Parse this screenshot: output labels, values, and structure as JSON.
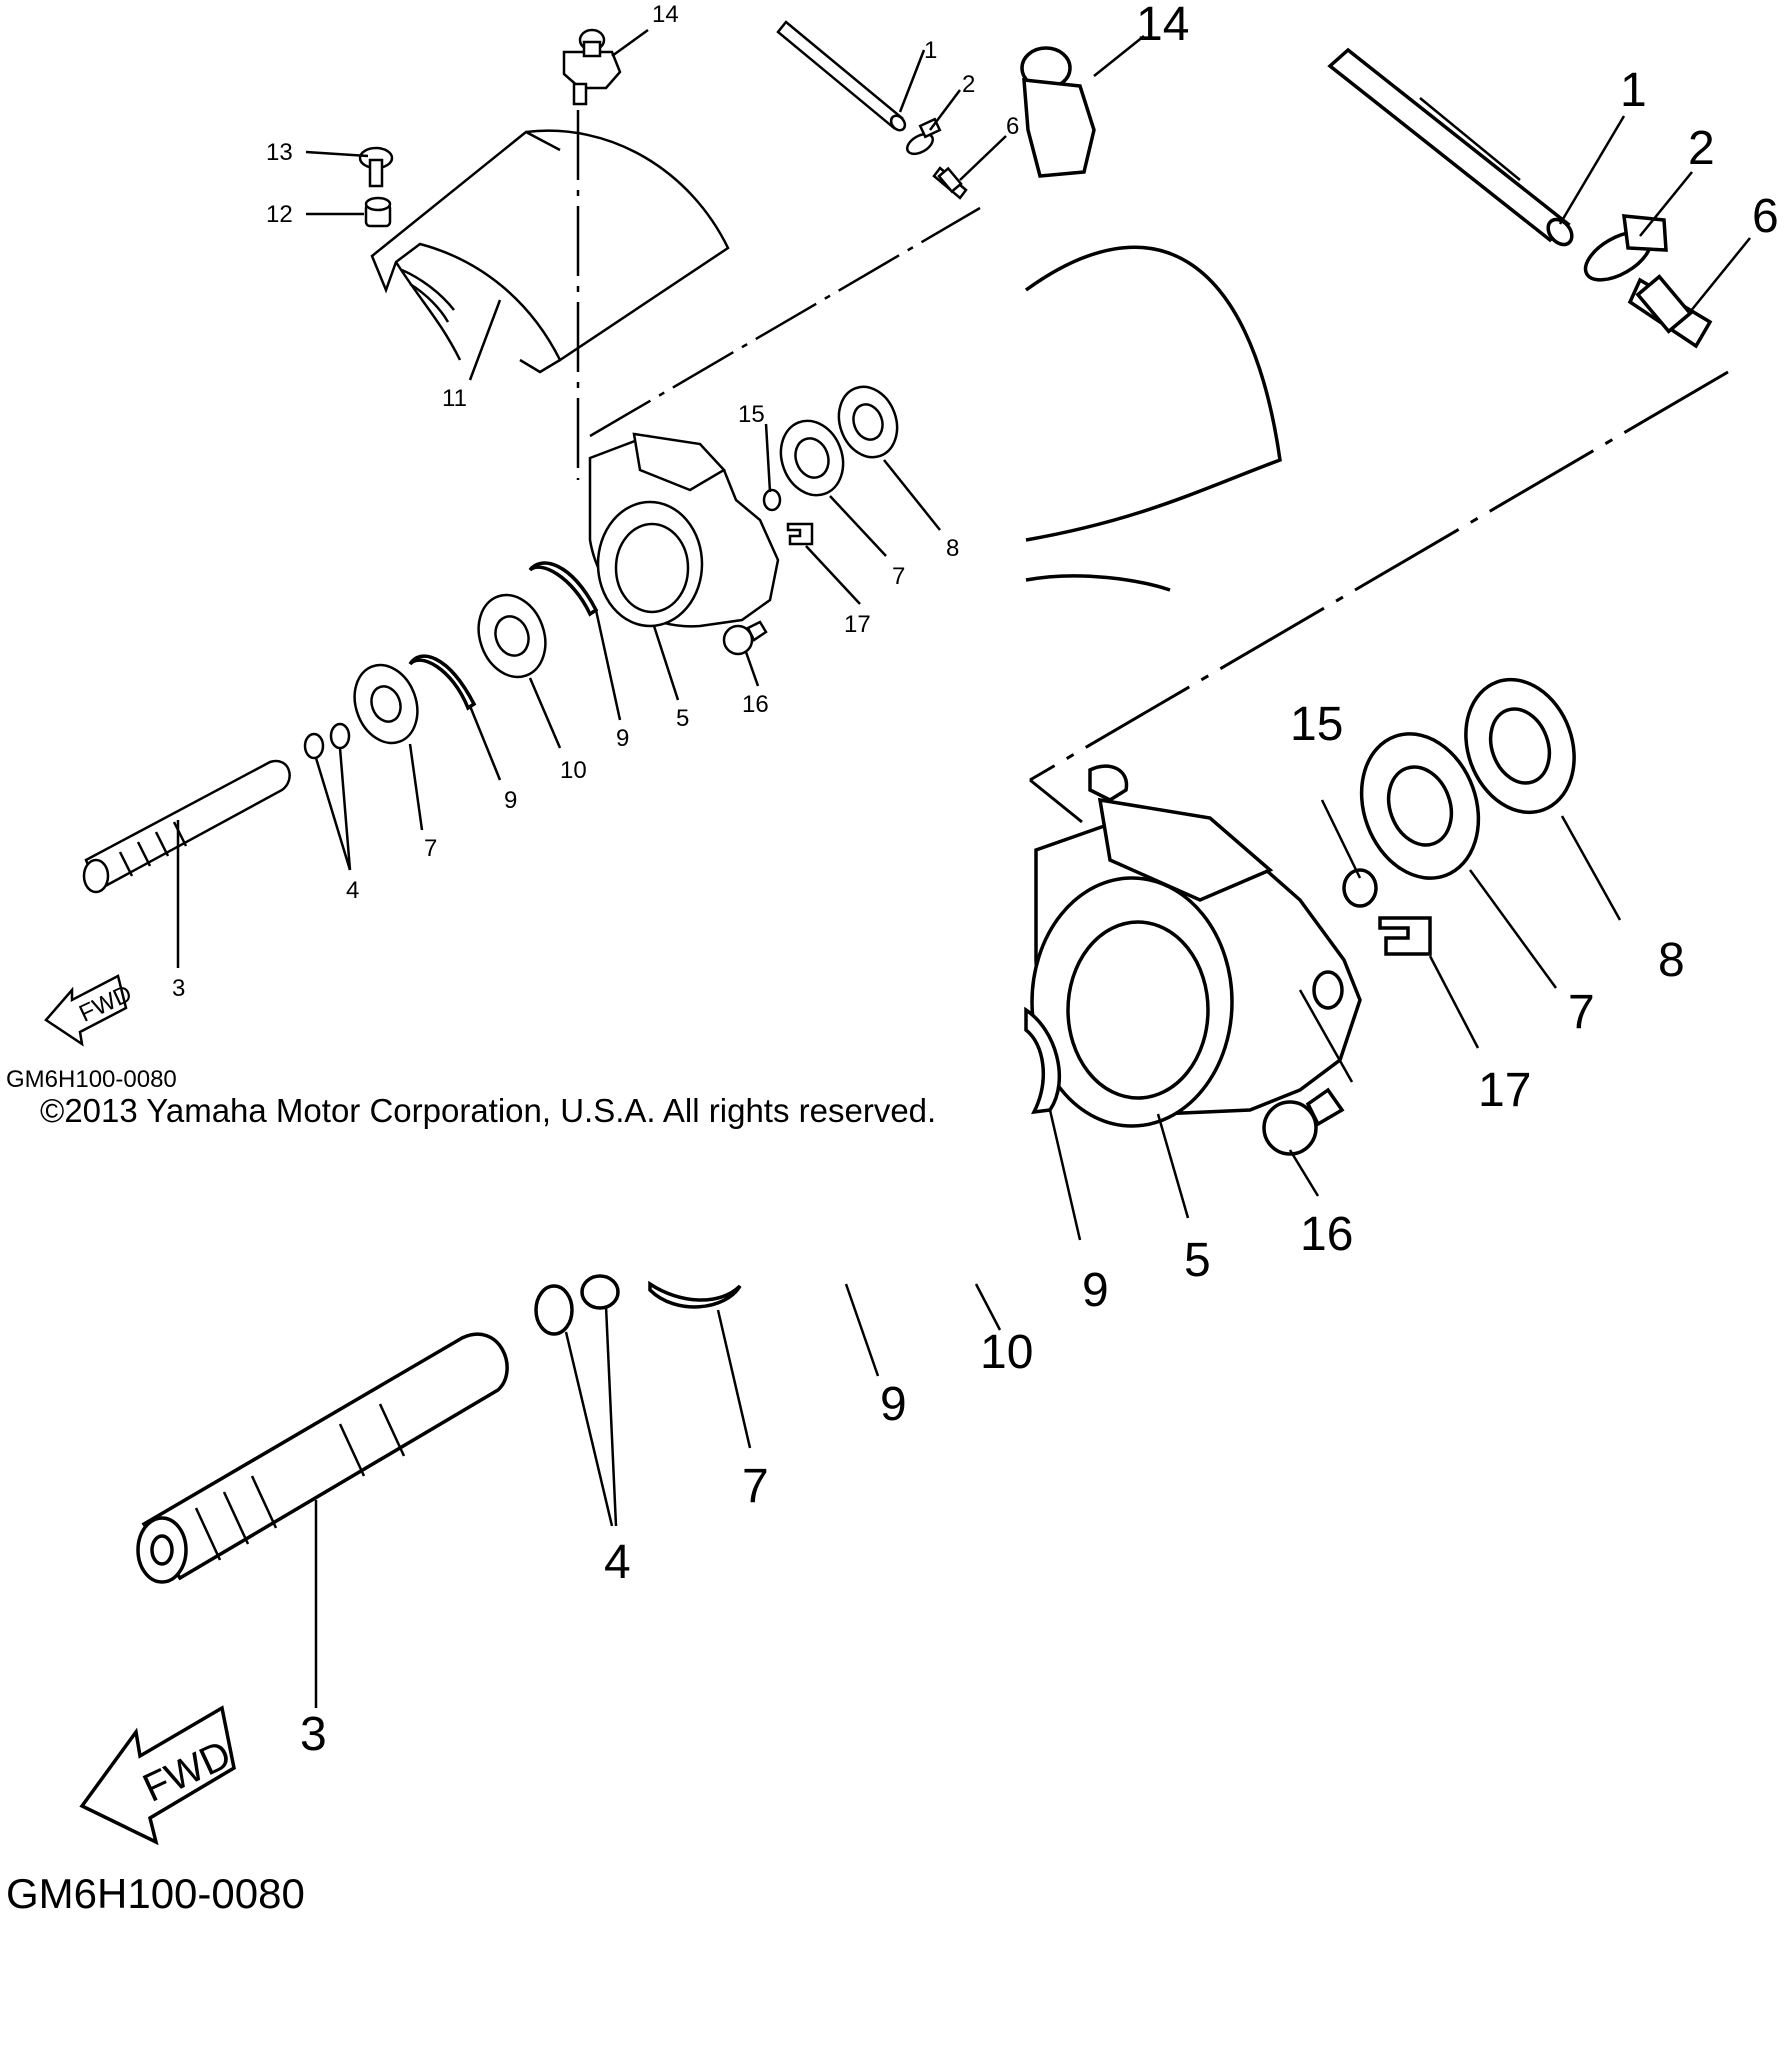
{
  "diagram": {
    "code": "GM6H100-0080",
    "copyright": "©2013 Yamaha Motor Corporation, U.S.A. All rights reserved.",
    "fwd_label": "FWD",
    "small_callouts": {
      "c1": "1",
      "c2": "2",
      "c3": "3",
      "c4": "4",
      "c5": "5",
      "c6": "6",
      "c7a": "7",
      "c7b": "7",
      "c8": "8",
      "c9a": "9",
      "c9b": "9",
      "c10": "10",
      "c11": "11",
      "c12": "12",
      "c13": "13",
      "c14": "14",
      "c15": "15",
      "c16": "16",
      "c17": "17"
    },
    "large_callouts": {
      "c1": "1",
      "c2": "2",
      "c3": "3",
      "c4": "4",
      "c5": "5",
      "c6": "6",
      "c7a": "7",
      "c7b": "7",
      "c8": "8",
      "c9a": "9",
      "c9b": "9",
      "c10": "10",
      "c14": "14",
      "c15": "15",
      "c16": "16",
      "c17": "17"
    }
  }
}
